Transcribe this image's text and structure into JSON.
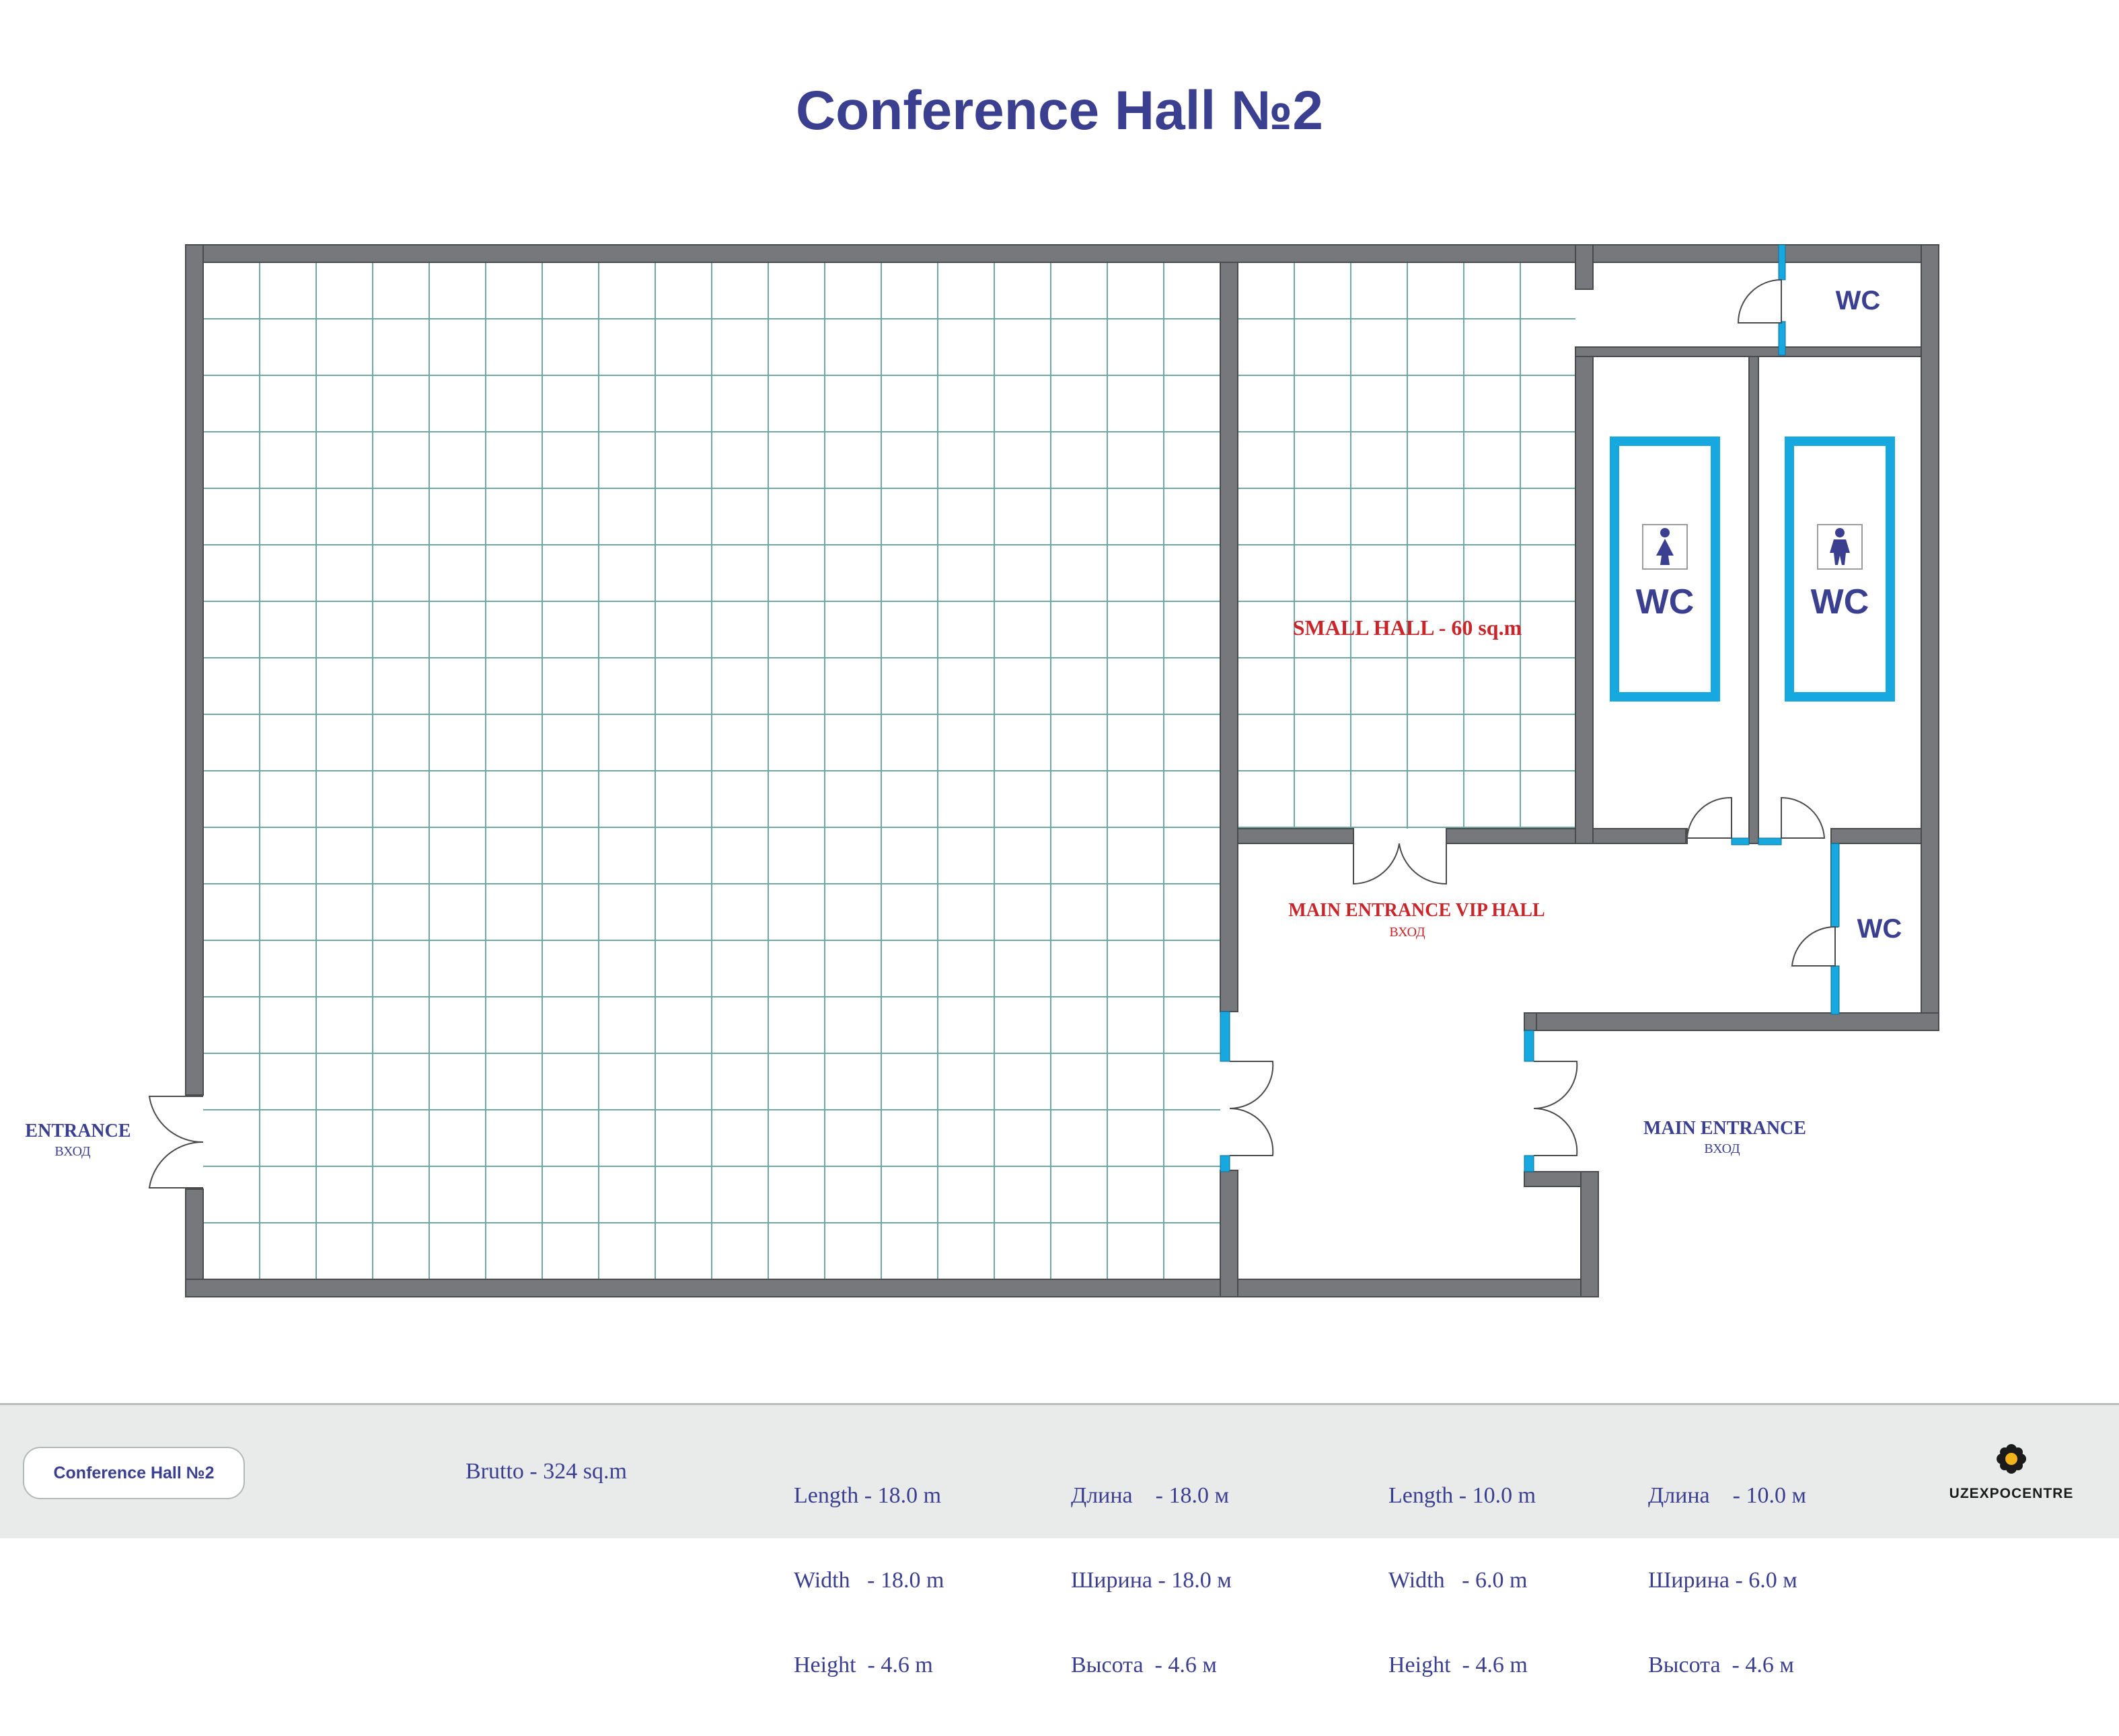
{
  "title": "Conference Hall №2",
  "labels": {
    "small_hall": "SMALL HALL - 60 sq.m",
    "vip_entrance": "MAIN ENTRANCE VIP HALL",
    "vip_entrance_ru": "ВХОД",
    "entrance": "ENTRANCE",
    "entrance_ru": "ВХОД",
    "main_entrance": "MAIN ENTRANCE",
    "main_entrance_ru": "ВХОД",
    "wc_top": "WC",
    "wc_female": "WC",
    "wc_male": "WC",
    "wc_right": "WC"
  },
  "icons": {
    "female": "female-toilet-icon",
    "male": "male-toilet-icon"
  },
  "colors": {
    "wall": "#77787b",
    "grid": "#6fa9a4",
    "accent_blue": "#16a8df",
    "title": "#3b3f8f",
    "red_label": "#c8262b"
  },
  "footer": {
    "hall_name": "Conference Hall №2",
    "brutto": "Brutto - 324 sq.m",
    "spec_en_1": [
      "Length - 18.0 m",
      "Width   - 18.0 m",
      "Height  - 4.6 m"
    ],
    "spec_ru_1": [
      "Длина    - 18.0 м",
      "Ширина - 18.0 м",
      "Высота  - 4.6 м"
    ],
    "spec_en_2": [
      "Length - 10.0 m",
      "Width   - 6.0 m",
      "Height  - 4.6 m"
    ],
    "spec_ru_2": [
      "Длина    - 10.0 м",
      "Ширина - 6.0 м",
      "Высота  - 4.6 м"
    ],
    "logo": "UZEXPOCENTRE"
  }
}
